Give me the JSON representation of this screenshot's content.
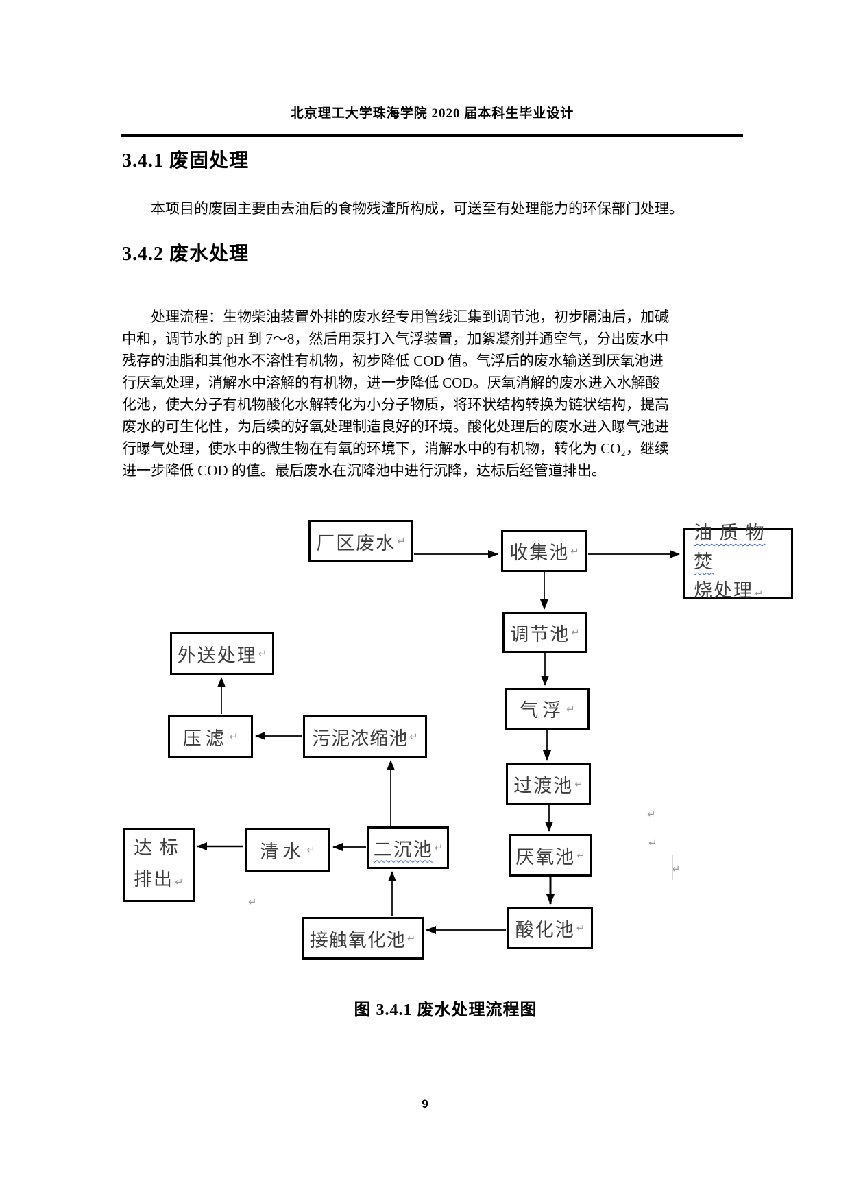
{
  "header": {
    "title": "北京理工大学珠海学院 2020 届本科生毕业设计"
  },
  "section_3_4_1": {
    "heading": "3.4.1 废固处理",
    "paragraph": "本项目的废固主要由去油后的食物残渣所构成，可送至有处理能力的环保部门处理。"
  },
  "section_3_4_2": {
    "heading": "3.4.2 废水处理",
    "paragraph_lines": [
      "处理流程：生物柴油装置外排的废水经专用管线汇集到调节池，初步隔油后，加碱",
      "中和，调节水的 pH 到 7～8，然后用泵打入气浮装置，加絮凝剂并通空气，分出废水中",
      "残存的油脂和其他水不溶性有机物，初步降低 COD 值。气浮后的废水输送到厌氧池进",
      "行厌氧处理，消解水中溶解的有机物，进一步降低 COD。厌氧消解的废水进入水解酸",
      "化池，使大分子有机物酸化水解转化为小分子物质，将环状结构转换为链状结构，提高",
      "废水的可生化性，为后续的好氧处理制造良好的环境。酸化处理后的废水进入曝气池进",
      "行曝气处理，使水中的微生物在有氧的环境下，消解水中的有机物，转化为 CO₂，继续",
      "进一步降低 COD 的值。最后废水在沉降池中进行沉降，达标后经管道排出。"
    ]
  },
  "flowchart": {
    "return_mark": "↵",
    "caption": "图 3.4.1 废水处理流程图",
    "nodes": {
      "factory_wastewater": {
        "label": "厂区废水"
      },
      "collection_tank": {
        "label": "收集池"
      },
      "oil_incineration": {
        "line1": "油 质 物 焚",
        "line2": "烧处理"
      },
      "regulating_tank": {
        "label": "调节池"
      },
      "air_flotation": {
        "label": "气浮"
      },
      "transition_tank": {
        "label": "过渡池"
      },
      "anaerobic_tank": {
        "label": "厌氧池"
      },
      "acidification_tank": {
        "label": "酸化池"
      },
      "external_disposal": {
        "label": "外送处理"
      },
      "filter_press": {
        "label": "压滤"
      },
      "sludge_thickening_tank": {
        "label": "污泥浓缩池"
      },
      "standard_discharge": {
        "line1": "达 标",
        "line2": "排出"
      },
      "clear_water": {
        "label": "清水"
      },
      "secondary_sedimentation_tank": {
        "label": "二沉池"
      },
      "contact_oxidation_tank": {
        "label": "接触氧化池"
      }
    }
  },
  "footer": {
    "page_number": "9"
  }
}
